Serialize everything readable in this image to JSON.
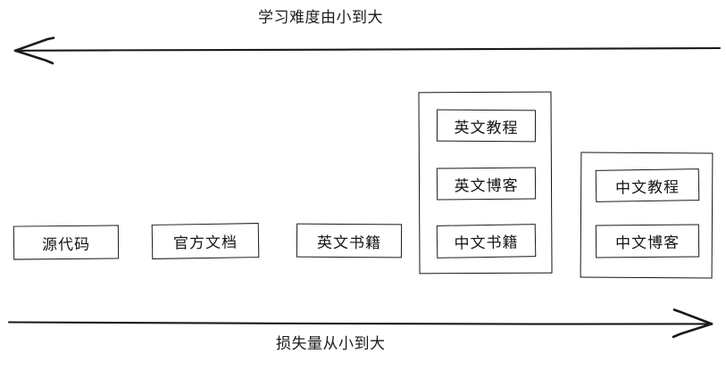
{
  "diagram": {
    "top_axis": {
      "label": "学习难度由小到大",
      "direction": "left",
      "arrow_name": "arrow-left"
    },
    "bottom_axis": {
      "label": "损失量从小到大",
      "direction": "right",
      "arrow_name": "arrow-right"
    },
    "standalone_nodes": [
      {
        "label": "源代码"
      },
      {
        "label": "官方文档"
      },
      {
        "label": "英文书籍"
      }
    ],
    "groups": [
      {
        "name": "group-left",
        "items": [
          {
            "label": "英文教程"
          },
          {
            "label": "英文博客"
          },
          {
            "label": "中文书籍"
          }
        ]
      },
      {
        "name": "group-right",
        "items": [
          {
            "label": "中文教程"
          },
          {
            "label": "中文博客"
          }
        ]
      }
    ],
    "colors": {
      "stroke": "#1a1a1a",
      "background": "#ffffff",
      "text": "#151515"
    }
  }
}
